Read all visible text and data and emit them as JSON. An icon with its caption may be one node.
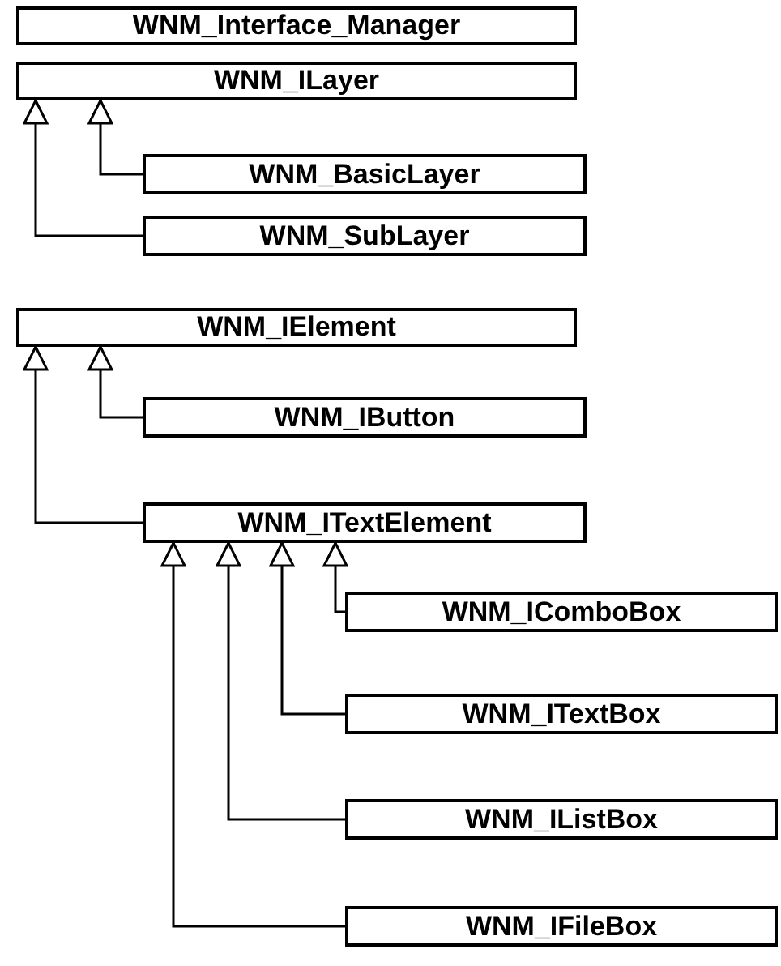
{
  "diagram": {
    "nodes": [
      {
        "text": [
          "WNM_Interface_Manager"
        ]
      },
      {
        "text": [
          "WNM_ILayer"
        ]
      },
      {
        "text": [
          "WNM_BasicLayer"
        ]
      },
      {
        "text": [
          "WNM_SubLayer"
        ]
      },
      {
        "text": [
          "WNM_IElement"
        ]
      },
      {
        "text": [
          "WNM_IButton"
        ]
      },
      {
        "text": [
          "WNM_ITextElement"
        ]
      },
      {
        "text": [
          "WNM_IComboBox"
        ]
      },
      {
        "text": [
          "WNM_ITextBox"
        ]
      },
      {
        "text": [
          "WNM_IListBox"
        ]
      },
      {
        "text": [
          "WNM_IFileBox"
        ]
      }
    ],
    "edges": [
      {
        "from": 2,
        "to": 1,
        "arrow": "to"
      },
      {
        "from": 3,
        "to": 1,
        "arrow": "to"
      },
      {
        "from": 5,
        "to": 4,
        "arrow": "to"
      },
      {
        "from": 6,
        "to": 4,
        "arrow": "to"
      },
      {
        "from": 7,
        "to": 6,
        "arrow": "to"
      },
      {
        "from": 8,
        "to": 6,
        "arrow": "to"
      },
      {
        "from": 9,
        "to": 6,
        "arrow": "to"
      },
      {
        "from": 10,
        "to": 6,
        "arrow": "to"
      }
    ]
  }
}
